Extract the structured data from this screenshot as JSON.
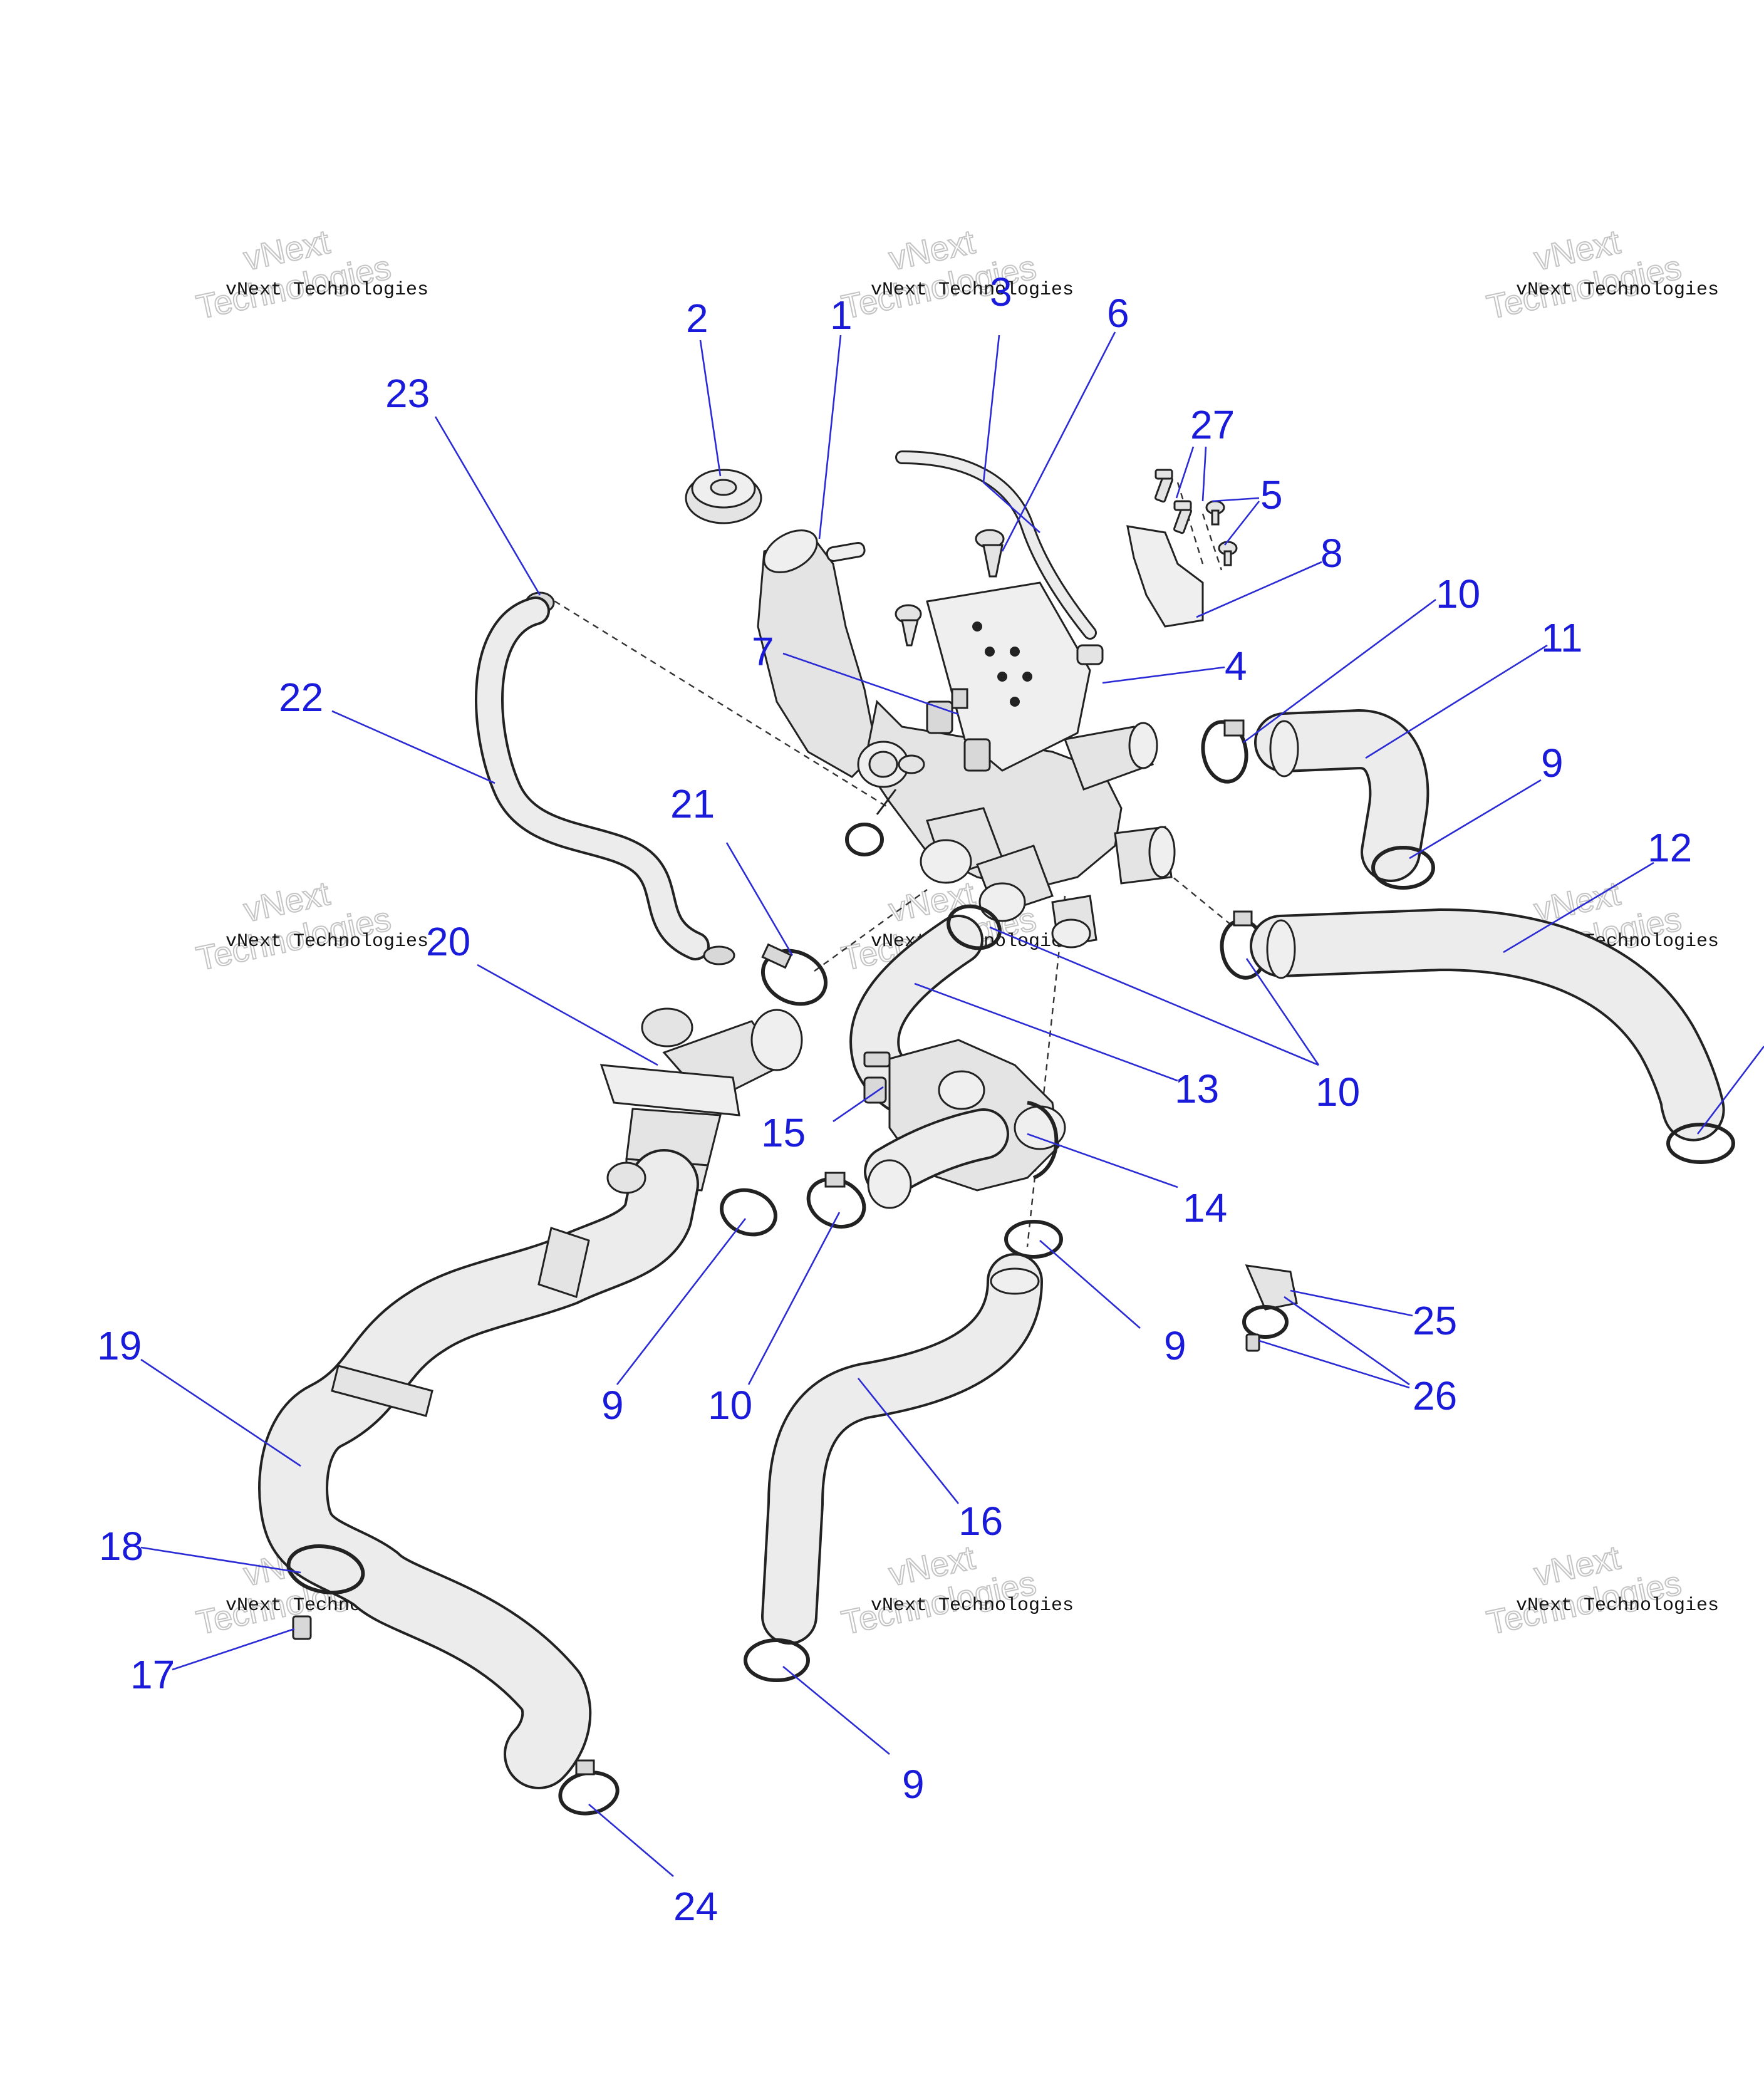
{
  "watermark": {
    "line1": "vNext",
    "line2": "Technologies",
    "caption": "vNext Technologies"
  },
  "callouts": [
    {
      "id": "c1",
      "label": "1"
    },
    {
      "id": "c2",
      "label": "2"
    },
    {
      "id": "c3",
      "label": "3"
    },
    {
      "id": "c4",
      "label": "4"
    },
    {
      "id": "c5",
      "label": "5"
    },
    {
      "id": "c6",
      "label": "6"
    },
    {
      "id": "c7",
      "label": "7"
    },
    {
      "id": "c8",
      "label": "8"
    },
    {
      "id": "c9a",
      "label": "9"
    },
    {
      "id": "c9b",
      "label": "9"
    },
    {
      "id": "c9c",
      "label": "9"
    },
    {
      "id": "c9d",
      "label": "9"
    },
    {
      "id": "c10a",
      "label": "10"
    },
    {
      "id": "c10b",
      "label": "10"
    },
    {
      "id": "c10c",
      "label": "10"
    },
    {
      "id": "c11",
      "label": "11"
    },
    {
      "id": "c12",
      "label": "12"
    },
    {
      "id": "c13",
      "label": "13"
    },
    {
      "id": "c14",
      "label": "14"
    },
    {
      "id": "c15",
      "label": "15"
    },
    {
      "id": "c16",
      "label": "16"
    },
    {
      "id": "c17",
      "label": "17"
    },
    {
      "id": "c18",
      "label": "18"
    },
    {
      "id": "c19",
      "label": "19"
    },
    {
      "id": "c20",
      "label": "20"
    },
    {
      "id": "c21",
      "label": "21"
    },
    {
      "id": "c22",
      "label": "22"
    },
    {
      "id": "c23",
      "label": "23"
    },
    {
      "id": "c24",
      "label": "24"
    },
    {
      "id": "c25",
      "label": "25"
    },
    {
      "id": "c26",
      "label": "26"
    },
    {
      "id": "c27",
      "label": "27"
    }
  ]
}
